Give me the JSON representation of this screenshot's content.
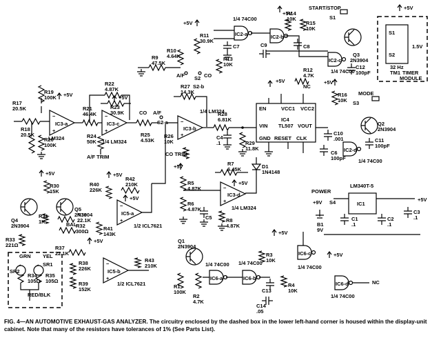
{
  "caption": "FIG. 4—AN AUTOMOTIVE EXHAUST-GAS ANALYZER. The circuitry enclosed by the dashed box in the lower left-hand corner is housed within the display-unit cabinet. Note that many of the resistors have tolerances of 1% (See Parts List).",
  "supplies": {
    "plus5": "+5V",
    "plus9": "+9V"
  },
  "ics": {
    "ic3a": "IC3-a",
    "ic3b": "IC3-b",
    "ic3c": "IC3-c",
    "ic3d": "IC3-d",
    "lm324": "LM324",
    "quarter_lm324": "1/4 LM324",
    "ic5a": "IC5-a",
    "ic5b": "IC5-b",
    "half_icl7621": "1/2 ICL7621",
    "ic4": "IC4",
    "tl507": "TL507",
    "ic2a": "IC2-a",
    "ic2b": "IC2-b",
    "ic2c": "IC2-c",
    "ic2d": "IC2-d",
    "ic6a": "IC6-a",
    "ic6b": "IC6-b",
    "ic6c": "IC6-c",
    "ic6d": "IC6-d",
    "quarter_74c00": "1/4 74C00",
    "ic1": "IC1",
    "lm340": "LM340T-5"
  },
  "ic4_pins": {
    "en": "EN",
    "vin": "VIN",
    "vcc1": "VCC1",
    "vcc2": "VCC2",
    "vout": "VOUT",
    "gnd": "GND",
    "reset": "RESET",
    "clk": "CLK",
    "nc": "NC"
  },
  "resistors": {
    "r2": "R2",
    "r2v": "4.7K",
    "r1": "R1",
    "r1v": "100K",
    "r3": "R3",
    "r3v": "10K",
    "r4": "R4",
    "r4v": "10K",
    "r5": "R5",
    "r5v": "4.87K",
    "r6": "R6",
    "r6v": "4.87K",
    "r7": "R7",
    "r7v": "6.45K",
    "r8": "R8",
    "r8v": "4.87K",
    "r9": "R9",
    "r9v": "47.5K",
    "r10": "R10",
    "r10v": "4.64K",
    "r11": "R11",
    "r11v": "30.9K",
    "r12": "R12",
    "r12v": "4.7K",
    "r13": "R13",
    "r13v": "10K",
    "r14": "R14",
    "r14v": "10K",
    "r15": "R15",
    "r15v": "10K",
    "r16": "R16",
    "r16v": "10K",
    "r17": "R17",
    "r17v": "20.5K",
    "r18": "R18",
    "r18v": "20.5K",
    "r19": "R19",
    "r19v": "100K",
    "r20": "R20",
    "r20v": "100K",
    "r21": "R21",
    "r21v": "46.4K",
    "r22": "R22",
    "r22v": "4.87K",
    "r23": "R23",
    "r23v": "30.9K",
    "r24": "R24",
    "r24v": "50K",
    "r25": "R25",
    "r25v": "4.53K",
    "r26": "R26",
    "r26v": "10K",
    "r27": "R27",
    "r27v": "14.3K",
    "r28": "R28",
    "r28v": "6.81K",
    "r29": "R29",
    "r29v": "11.8K",
    "r30": "R30",
    "r30v": "15K",
    "r31": "R31",
    "r31v": "1K",
    "r32": "R32",
    "r32v": "300Ω",
    "r33": "R33",
    "r33v": "221Ω",
    "r34": "R34",
    "r34v": "105Ω",
    "r35": "R35",
    "r35v": "105Ω",
    "r36": "R36",
    "r36v": "22.1K",
    "r37": "R37",
    "r37v": "22.1K",
    "r38": "R38",
    "r38v": "226K",
    "r39": "R39",
    "r39v": "152K",
    "r40": "R40",
    "r40v": "226K",
    "r41": "R41",
    "r41v": "143K",
    "r42": "R42",
    "r42v": "210K",
    "r43": "R43",
    "r43v": "210K"
  },
  "capacitors": {
    "c1": "C1",
    "c2": "C2",
    "c3": "C3",
    "c4": "C4",
    "c4v": ".1",
    "c5": "C5",
    "c6": "C6",
    "c6v": "100pF",
    "c7": "C7",
    "c8": "C8",
    "c9": "C9",
    "c10": "C10",
    "c10v": ".001",
    "c11": "C11",
    "c11v": "100pF",
    "c12": "C12",
    "c12v": "100pF",
    "c13": "C13",
    "c14": "C14",
    "c14v": ".05",
    "cap_dot1": ".1"
  },
  "semis": {
    "q1": "Q1",
    "q2": "Q2",
    "q3": "Q3",
    "q4": "Q4",
    "q5": "Q5",
    "npn": "2N3904",
    "d1": "D1",
    "d1v": "1N4148"
  },
  "switches": {
    "s1": "S1",
    "s2": "S2",
    "s2a": "S2-a",
    "s2b": "S2-b",
    "s3": "S3",
    "s4": "S4"
  },
  "controls": {
    "start_stop": "START/STOP",
    "mode": "MODE",
    "power": "POWER",
    "af_trim": "A/F TRIM",
    "co_trim": "CO TRIM",
    "af": "A/F",
    "co": "CO",
    "bal": "BAL",
    "grn": "GRN",
    "yel": "YEL",
    "red_blk": "RED/BLK",
    "sr1": "SR1",
    "sr2": "SR2",
    "b1": "B1",
    "b1v": "9V"
  },
  "timer": {
    "tm1": "TM1",
    "title": "TIMER",
    "module": "MODULE",
    "volts": "1.5V",
    "hz": "32 Hz",
    "s1": "S1",
    "s2": "S2"
  },
  "misc": {
    "nc": "NC"
  }
}
